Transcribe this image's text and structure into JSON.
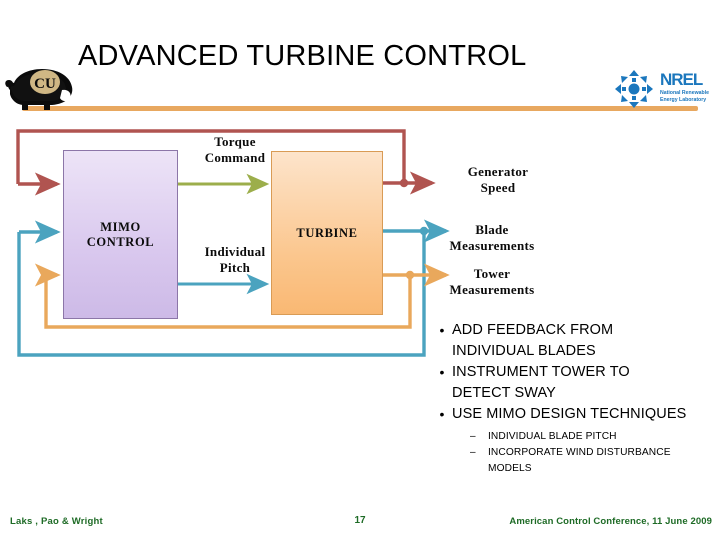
{
  "slide": {
    "title": "ADVANCED TURBINE CONTROL",
    "accent_line_color": "#E8A860"
  },
  "logos": {
    "left": "cu-buffalo-logo",
    "right": "nrel-logo",
    "nrel_wordmark": "NREL",
    "nrel_tagline_line1": "National Renewable",
    "nrel_tagline_line2": "Energy Laboratory"
  },
  "diagram": {
    "blocks": [
      {
        "id": "mimo",
        "label_line1": "MIMO",
        "label_line2": "CONTROL",
        "fill": "#D9C8EE",
        "border": "#8C76A8"
      },
      {
        "id": "turbine",
        "label_line1": "TURBINE",
        "label_line2": "",
        "fill": "#FBC68D",
        "border": "#D99B55"
      }
    ],
    "signals": [
      {
        "id": "torque-command",
        "line1": "Torque",
        "line2": "Command",
        "color": "#9CAE4B",
        "direction": "mimo-to-turbine"
      },
      {
        "id": "individual-pitch",
        "line1": "Individual",
        "line2": "Pitch",
        "color": "#4BA3BF",
        "direction": "mimo-to-turbine"
      },
      {
        "id": "generator-speed",
        "line1": "Generator",
        "line2": "Speed",
        "color": "#B05450",
        "direction": "turbine-feedback"
      },
      {
        "id": "blade-measurements",
        "line1": "Blade",
        "line2": "Measurements",
        "color": "#4BA3BF",
        "direction": "turbine-feedback"
      },
      {
        "id": "tower-measurements",
        "line1": "Tower",
        "line2": "Measurements",
        "color": "#E9A85C",
        "direction": "turbine-feedback"
      }
    ]
  },
  "bullets": [
    {
      "text": "ADD FEEDBACK FROM INDIVIDUAL BLADES",
      "sub": []
    },
    {
      "text": "INSTRUMENT TOWER TO DETECT SWAY",
      "sub": []
    },
    {
      "text": "USE MIMO DESIGN TECHNIQUES",
      "sub": [
        "INDIVIDUAL BLADE PITCH",
        "INCORPORATE WIND DISTURBANCE MODELS"
      ]
    }
  ],
  "bullet_marker": "•",
  "sub_marker": "–",
  "footer": {
    "left": "Laks , Pao & Wright",
    "page": "17",
    "right": "American Control Conference, 11 June 2009",
    "color": "#1E6B26"
  }
}
